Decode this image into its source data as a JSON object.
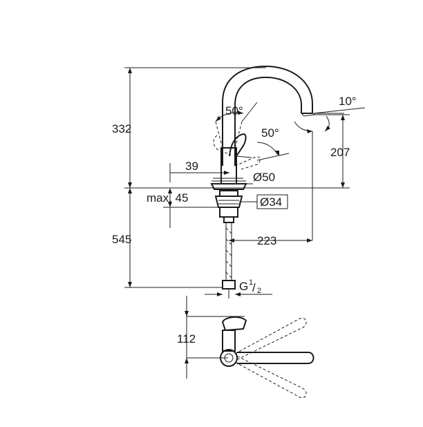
{
  "labels": {
    "height_total": "332",
    "angle_lever": "50°",
    "angle_lever_side": "50°",
    "angle_spout": "10°",
    "height_outlet": "207",
    "offset_39": "39",
    "dia_50": "Ø50",
    "max_45": "max. 45",
    "dia_34": "Ø34",
    "below_545": "545",
    "reach_223": "223",
    "thread_g": "G",
    "thread_num": "1",
    "thread_den": "2",
    "top_112": "112"
  }
}
